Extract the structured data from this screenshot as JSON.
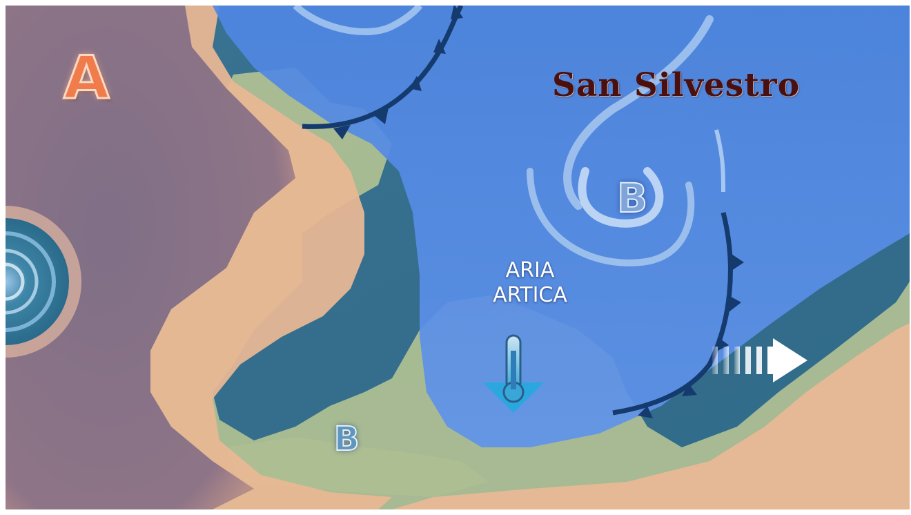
{
  "title": "San Silvestro",
  "pressure_centers": {
    "high": "A",
    "low_north": "B",
    "low_south": "B"
  },
  "airmass_label": {
    "line1": "ARIA",
    "line2": "ARTICA"
  },
  "icons": {
    "thermometer": "thermometer-cold-icon",
    "wind_arrow": "wind-arrow-icon"
  },
  "colors": {
    "warm_air": "#e9b693",
    "arctic_air": "#5b8ee6",
    "sea": "#3f7f9c",
    "land": "#b8c99a",
    "title": "#4a0f0f",
    "high_label": "#f07c4c"
  }
}
